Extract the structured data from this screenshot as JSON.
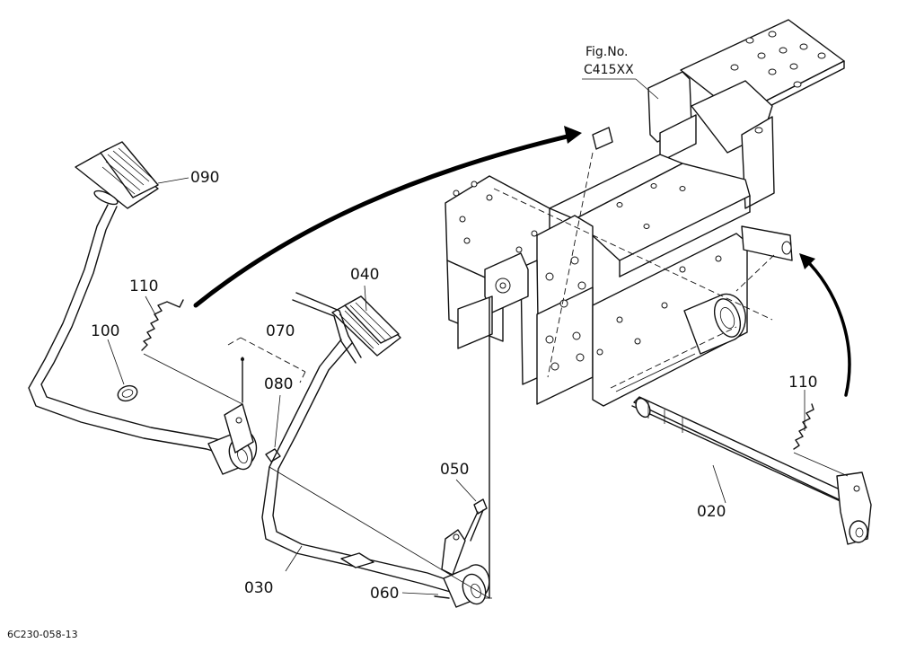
{
  "figure": {
    "fig_label": "Fig.No.",
    "fig_code": "C415XX",
    "footer_code": "6C230-058-13"
  },
  "parts": {
    "p090": "090",
    "p110_left": "110",
    "p100": "100",
    "p070": "070",
    "p080": "080",
    "p040": "040",
    "p050": "050",
    "p030": "030",
    "p060": "060",
    "p110_right": "110",
    "p020": "020"
  }
}
